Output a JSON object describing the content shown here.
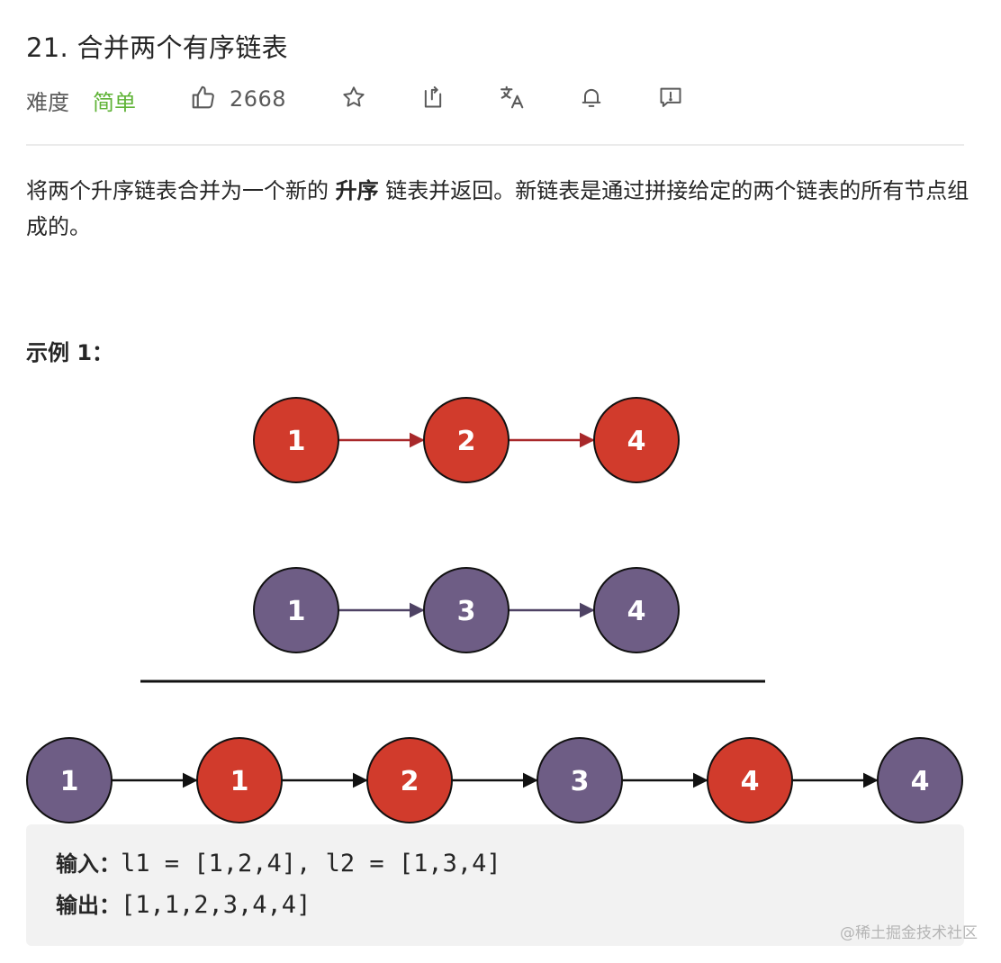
{
  "problem": {
    "title": "21. 合并两个有序链表",
    "difficulty_label": "难度",
    "difficulty_value": "简单",
    "likes": "2668"
  },
  "toolbar": {
    "icons": [
      "thumbs-up-icon",
      "star-icon",
      "share-icon",
      "translate-icon",
      "bell-icon",
      "feedback-icon"
    ]
  },
  "description": {
    "part1": "将两个升序链表合并为一个新的 ",
    "bold": "升序",
    "part2": " 链表并返回。新链表是通过拼接给定的两个链表的所有节点组成的。"
  },
  "example": {
    "title": "示例 1：",
    "list1": [
      "1",
      "2",
      "4"
    ],
    "list2": [
      "1",
      "3",
      "4"
    ],
    "merged": [
      "1",
      "1",
      "2",
      "3",
      "4",
      "4"
    ],
    "merged_source": [
      "list2",
      "list1",
      "list1",
      "list2",
      "list1",
      "list2"
    ],
    "input_label": "输入：",
    "input_value": "l1 = [1,2,4], l2 = [1,3,4]",
    "output_label": "输出：",
    "output_value": "[1,1,2,3,4,4]"
  },
  "colors": {
    "list1_fill": "#d13b2c",
    "list2_fill": "#6e5d85",
    "list1_arrow": "#a8282a",
    "list2_arrow": "#4e4264",
    "merged_arrow": "#111111",
    "difficulty_easy": "#5fb336"
  },
  "watermark": "@稀土掘金技术社区"
}
